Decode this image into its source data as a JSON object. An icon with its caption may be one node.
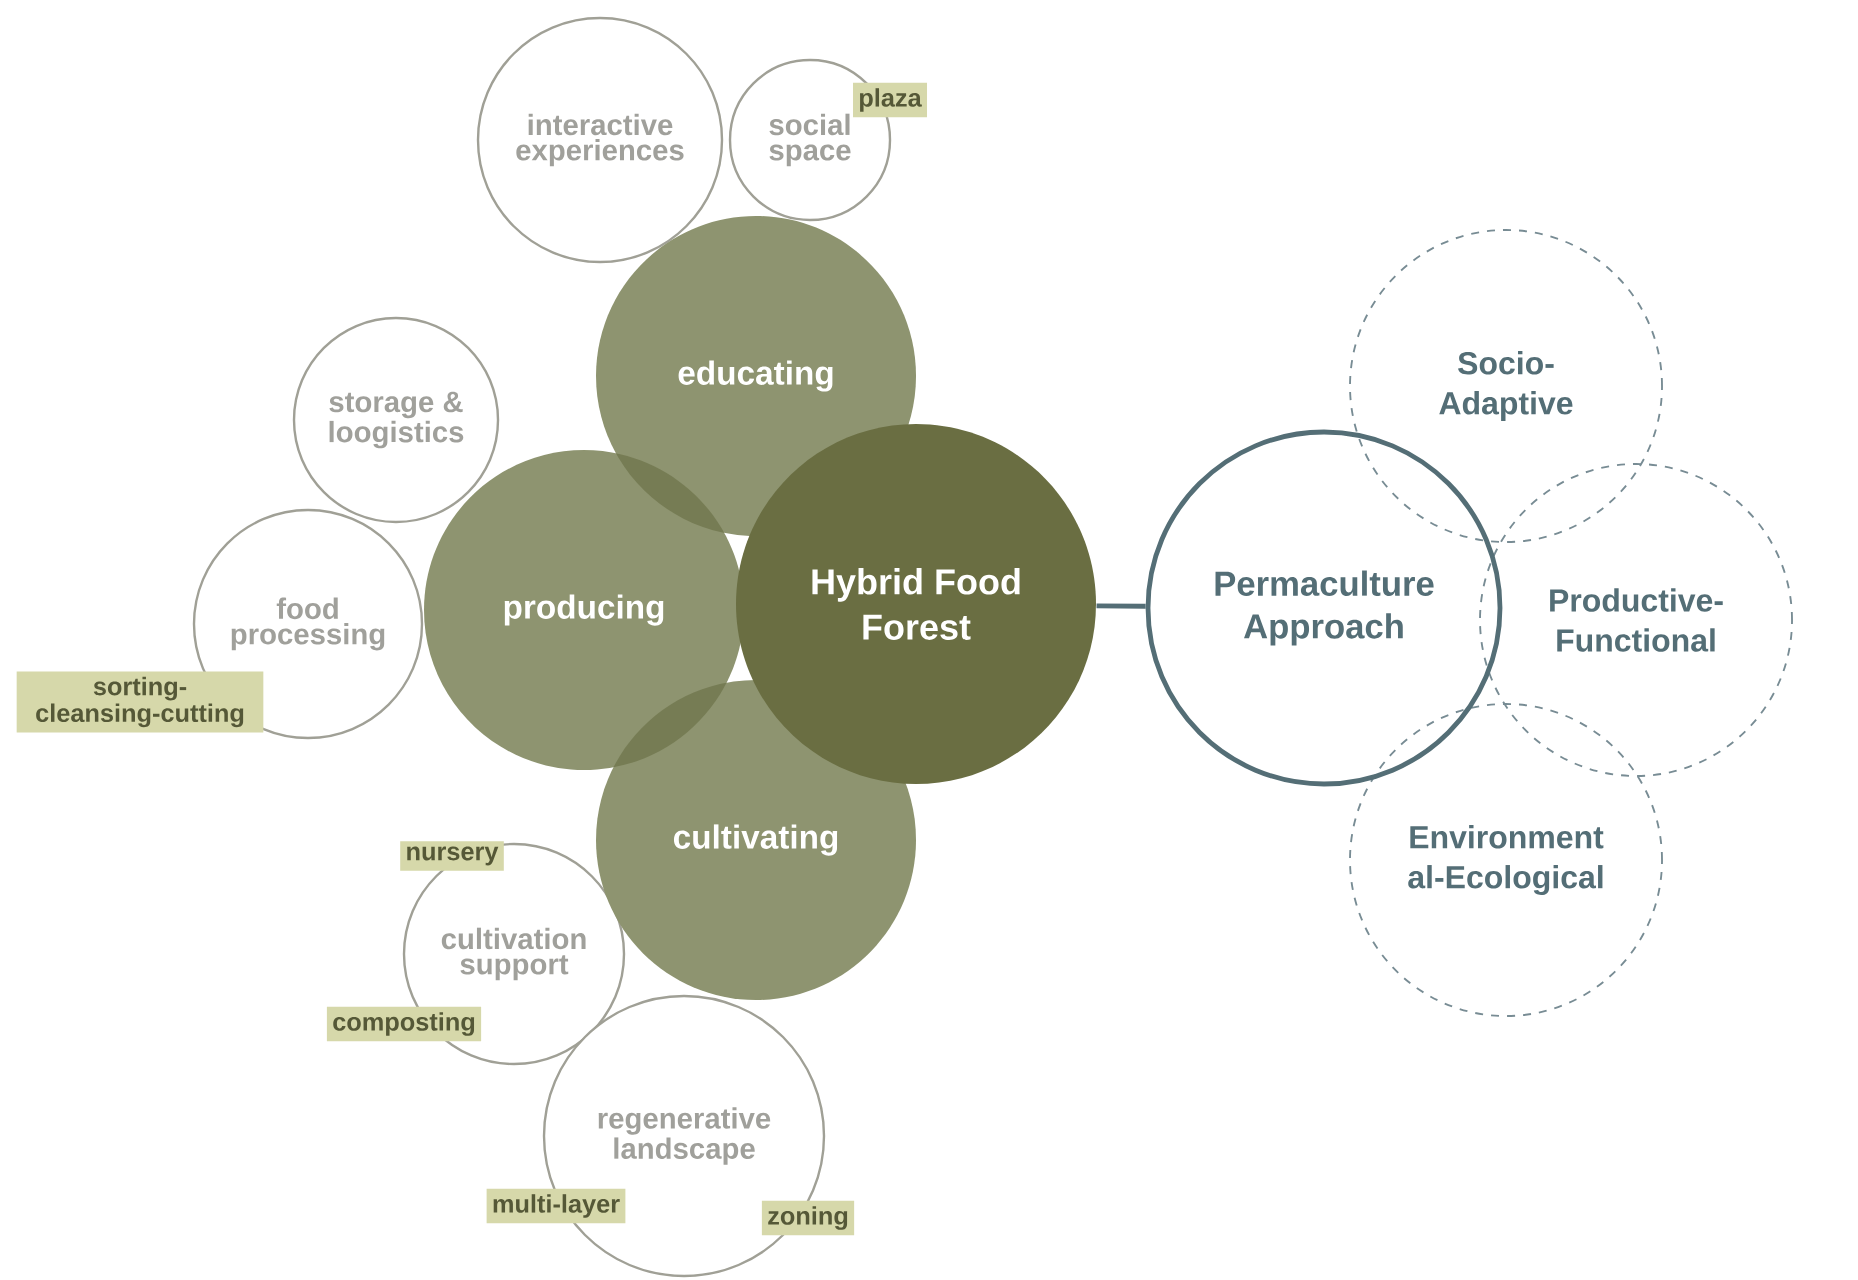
{
  "diagram": {
    "nodes": [
      {
        "text": [
          "interactive experiences"
        ]
      },
      {
        "text": [
          "social space"
        ]
      },
      {
        "text": [
          "plaza"
        ]
      },
      {
        "text": [
          "educating"
        ]
      },
      {
        "text": [
          "storage & loogistics"
        ]
      },
      {
        "text": [
          "producing"
        ]
      },
      {
        "text": [
          "Hybrid Food Forest"
        ]
      },
      {
        "text": [
          "Permaculture Approach"
        ]
      },
      {
        "text": [
          "Socio- Adaptive"
        ]
      },
      {
        "text": [
          "Productive- Functional"
        ]
      },
      {
        "text": [
          "food processing"
        ]
      },
      {
        "text": [
          "sorting-cleansing-cutting"
        ]
      },
      {
        "text": [
          "cultivating"
        ]
      },
      {
        "text": [
          "Environment al-Ecological"
        ]
      },
      {
        "text": [
          "nursery"
        ]
      },
      {
        "text": [
          "cultivation support"
        ]
      },
      {
        "text": [
          "composting"
        ]
      },
      {
        "text": [
          "regenerative landscape"
        ]
      },
      {
        "text": [
          "multi-layer"
        ]
      },
      {
        "text": [
          "zoning"
        ]
      }
    ],
    "edges": [
      {
        "from": 6,
        "to": 7,
        "arrow": "none"
      }
    ]
  }
}
